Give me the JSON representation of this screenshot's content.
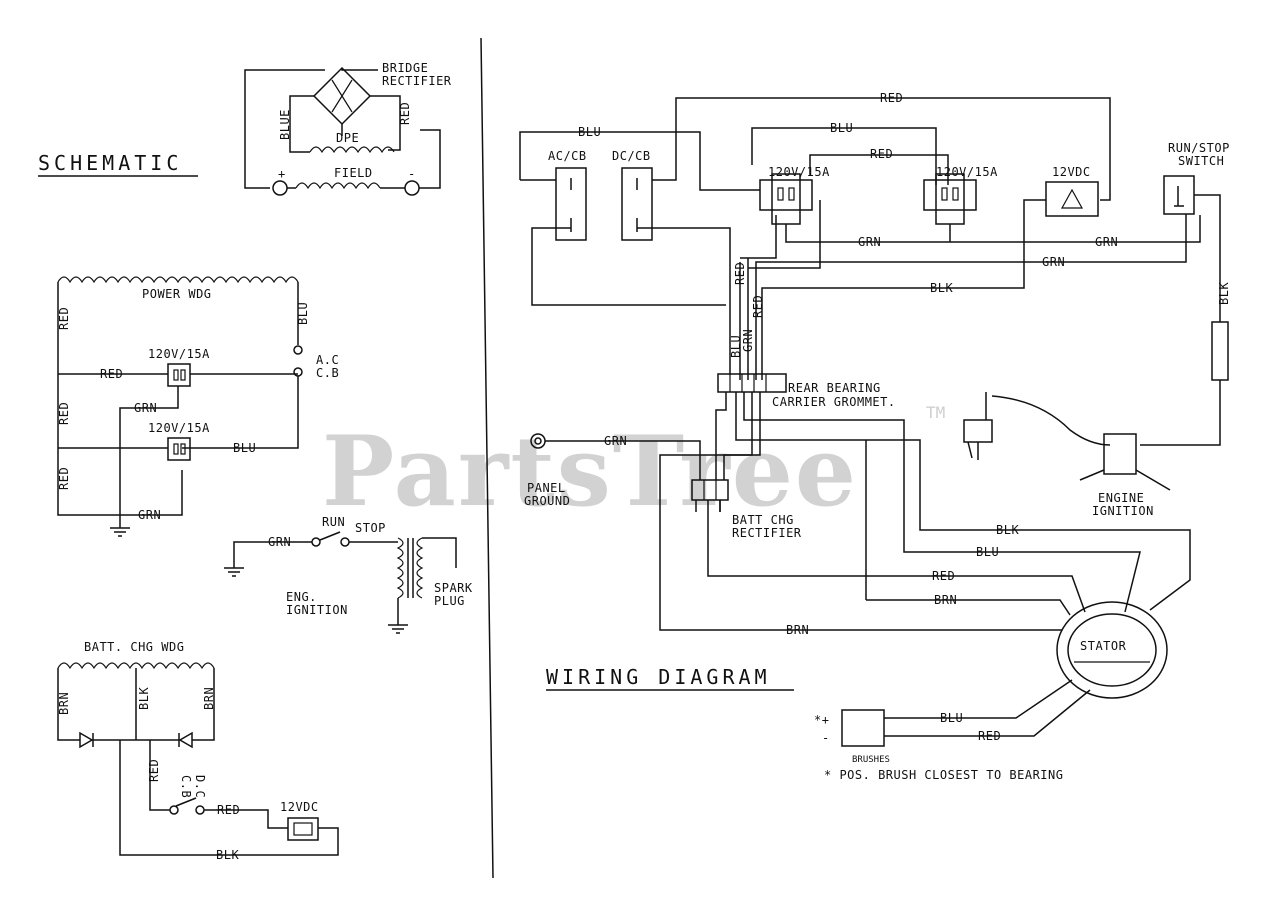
{
  "watermark": "PartsTree",
  "trademark": "TM",
  "schematic": {
    "title": "SCHEMATIC",
    "bridge_rectifier": [
      "BRIDGE",
      "RECTIFIER"
    ],
    "blue": "BLUE",
    "red": "RED",
    "dpe": "DPE",
    "field": "FIELD",
    "plus": "+",
    "minus": "-",
    "power_wdg": "POWER WDG",
    "blu": "BLU",
    "grn": "GRN",
    "ac_cb": [
      "A.C",
      "C.B"
    ],
    "outlet_120v": "120V/15A",
    "run": "RUN",
    "stop": "STOP",
    "spark_plug": [
      "SPARK",
      "PLUG"
    ],
    "eng_ignition": [
      "ENG.",
      "IGNITION"
    ],
    "batt_chg_wdg": "BATT. CHG WDG",
    "brn": "BRN",
    "blk": "BLK",
    "dc_cb": [
      "D.C",
      "C.B"
    ],
    "dc_12v": "12VDC"
  },
  "wiring": {
    "title": "WIRING DIAGRAM",
    "red": "RED",
    "blu": "BLU",
    "grn": "GRN",
    "blk": "BLK",
    "brn": "BRN",
    "ac_cb": "AC/CB",
    "dc_cb": "DC/CB",
    "outlet_1": "120V/15A",
    "outlet_2": "120V/15A",
    "dc_12v": "12VDC",
    "run_stop_switch": [
      "RUN/STOP",
      "SWITCH"
    ],
    "rear_bearing": [
      "REAR BEARING",
      "CARRIER GROMMET."
    ],
    "panel_ground": [
      "PANEL",
      "GROUND"
    ],
    "batt_chg_rectifier": [
      "BATT CHG",
      "RECTIFIER"
    ],
    "engine_ignition": [
      "ENGINE",
      "IGNITION"
    ],
    "stator": "STATOR",
    "brushes": "BRUSHES",
    "brush_plus": "*+",
    "brush_minus": "-",
    "note": "* POS. BRUSH CLOSEST TO BEARING"
  }
}
